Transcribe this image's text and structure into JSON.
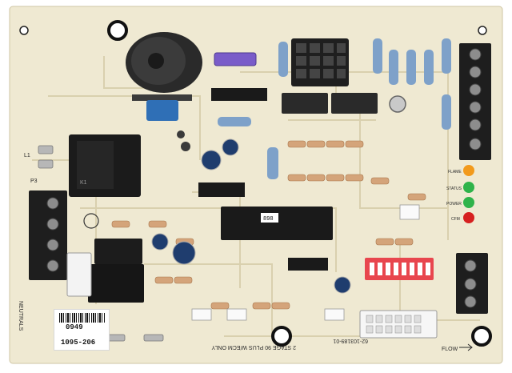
{
  "label": {
    "code": "0949",
    "part_number": "1095-206"
  },
  "silkscreen": {
    "board_id": "62-103189-01",
    "stage_text": "2 STAGE 90 PLUS W/ECM ONLY",
    "flow": "FLOW",
    "led_labels": [
      "FLAME",
      "STATUS",
      "POWER",
      "CFM"
    ],
    "chip_marking": "898",
    "neutrals": "NEUTRALS",
    "l1": "L1",
    "p3": "P3"
  },
  "colors": {
    "board": "#efe9d2",
    "trace": "#d7cfae",
    "terminal": "#1e1e1e",
    "led_orange": "#f29a1c",
    "led_green": "#2fb34a",
    "led_red": "#d62020",
    "dip_switch": "#e8464e",
    "capacitor_blue": "#2f6fb6",
    "relay_purple": "#7a5cc9"
  },
  "icons": [
    "mounting-hole-icon",
    "flow-arrow-icon",
    "ul-mark-icon"
  ]
}
